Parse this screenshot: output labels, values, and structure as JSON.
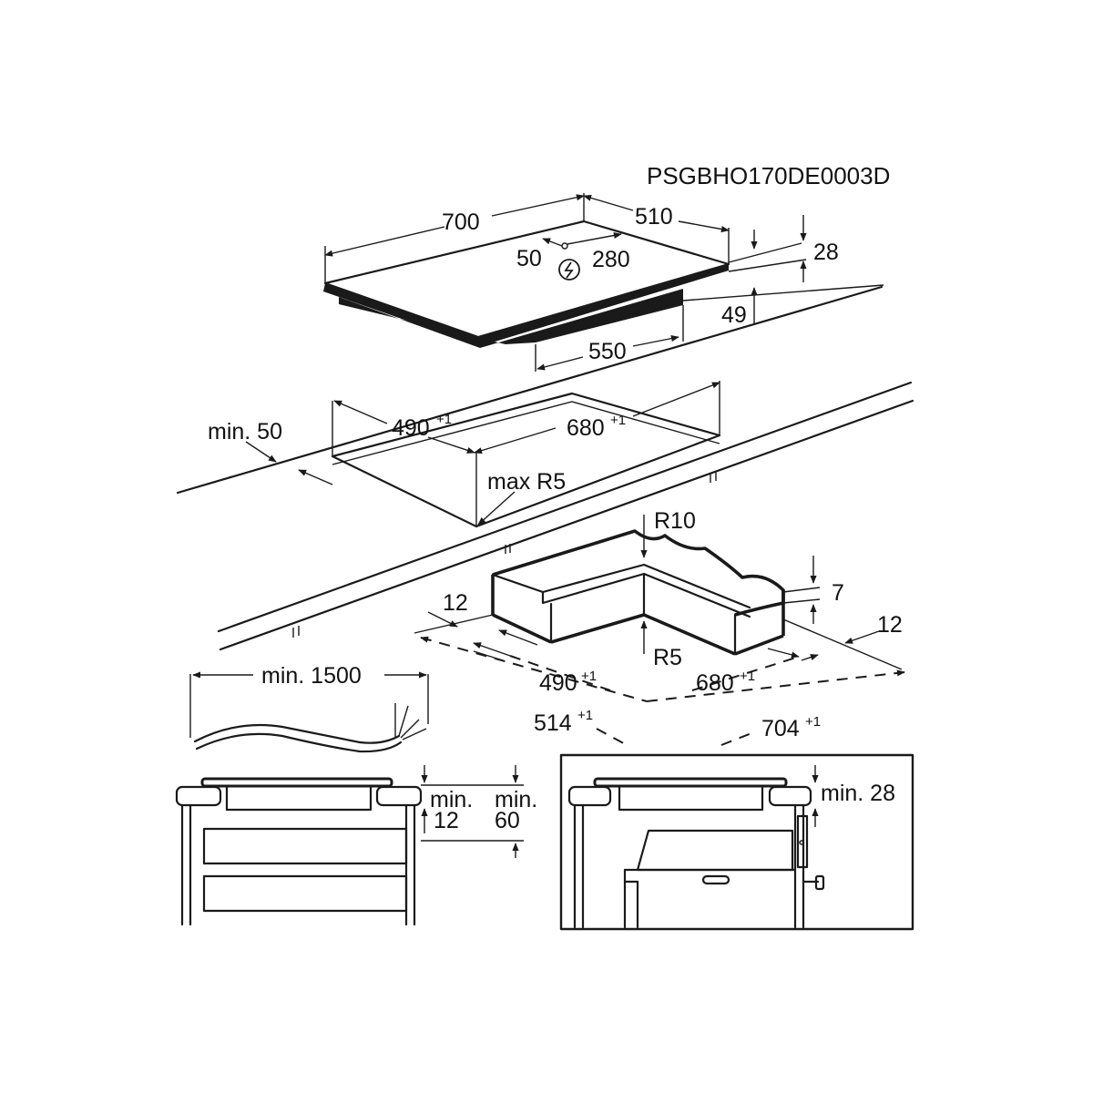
{
  "figure": {
    "code": "PSGBHO170DE0003D",
    "hob": {
      "width": "700",
      "depth": "510",
      "height": "28",
      "box_height": "49",
      "box_width": "550",
      "cable_x": "50",
      "cable_y": "280",
      "power_icon": "lightning-circle-icon"
    },
    "cutout": {
      "edge_distance": "min. 50",
      "depth": "490",
      "width": "680",
      "tolerance": "+1",
      "corner_radius": "max R5"
    },
    "frame": {
      "outer_radius": "R10",
      "inner_radius": "R5",
      "border_left": "12",
      "border_right": "12",
      "height": "7",
      "inner_depth": "490",
      "inner_width": "680",
      "outer_depth": "514",
      "outer_width": "704",
      "tolerance": "+1"
    },
    "cable": {
      "length": "min. 1500"
    },
    "cabinet": {
      "gap_label": "min.",
      "gap_value": "12",
      "space_label": "min.",
      "space_value": "60"
    },
    "oven": {
      "gap": "min. 28"
    }
  }
}
